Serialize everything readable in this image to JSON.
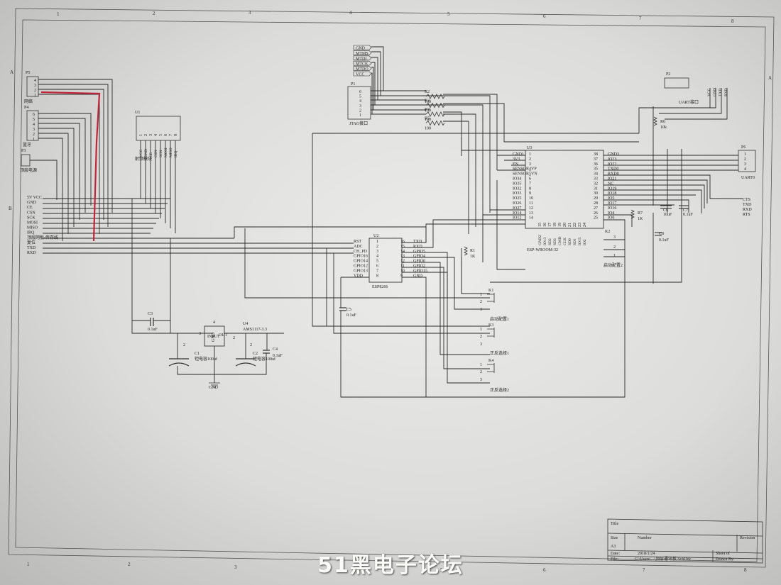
{
  "sheet": {
    "col_markers": [
      "1",
      "2",
      "3",
      "4",
      "5",
      "6",
      "7",
      "8"
    ],
    "row_markers": [
      "A",
      "B"
    ]
  },
  "connectors": {
    "p5": {
      "ref": "P5",
      "label": "网络",
      "pins": [
        "4",
        "3",
        "2",
        "1"
      ]
    },
    "p4": {
      "ref": "P4",
      "label": "蓝牙",
      "pins": [
        "6",
        "5",
        "4",
        "3",
        "2",
        "1"
      ]
    },
    "p3": {
      "ref": "P3",
      "label": "顶层电源"
    },
    "p1": {
      "ref": "P1",
      "label": "JTAG接口",
      "pins": [
        "6",
        "5",
        "4",
        "3",
        "2",
        "1"
      ]
    },
    "p2": {
      "ref": "P2",
      "label": "UART接口"
    },
    "p6": {
      "ref": "P6",
      "label": "UART0",
      "pins": [
        "1",
        "2",
        "3",
        "4"
      ]
    },
    "u1": {
      "ref": "U1",
      "label": "射频模块",
      "pins": [
        "VCC",
        "GND",
        "CE",
        "CSN",
        "SCK",
        "MOSI",
        "MISO",
        "IRQ"
      ],
      "nums": [
        "1",
        "2",
        "3",
        "4",
        "5",
        "6",
        "7",
        "8"
      ]
    }
  },
  "jtag_nets": [
    "GND",
    "MTMS",
    "MTDI",
    "MTCK",
    "MTDO",
    "VCC"
  ],
  "left_nets": [
    "5V VCC",
    "GND",
    "CE",
    "CSN",
    "SCK",
    "MOSI",
    "MISO",
    "IRQ",
    "顶层网板-传存线",
    "复位",
    "TXD",
    "RXD"
  ],
  "resistors": [
    {
      "ref": "R2",
      "value": "100"
    },
    {
      "ref": "R3",
      "value": "100"
    },
    {
      "ref": "R4",
      "value": "100"
    },
    {
      "ref": "R5",
      "value": "100"
    }
  ],
  "r6": {
    "ref": "R6",
    "value": "10k"
  },
  "r7": {
    "ref": "R7",
    "value": "1K"
  },
  "r1": {
    "ref": "R1",
    "value": "1K"
  },
  "u3": {
    "ref": "U3",
    "name": "ESP-WROOM-32",
    "left": [
      [
        "GND1",
        "1"
      ],
      [
        "3V3",
        "2"
      ],
      [
        "EN",
        "3"
      ],
      [
        "SENSOR_VP",
        "4"
      ],
      [
        "SENSOR_VN",
        "5"
      ],
      [
        "IO34",
        "6"
      ],
      [
        "IO35",
        "7"
      ],
      [
        "IO32",
        "8"
      ],
      [
        "IO33",
        "9"
      ],
      [
        "IO25",
        "10"
      ],
      [
        "IO26",
        "11"
      ],
      [
        "IO27",
        "12"
      ],
      [
        "IO14",
        "13"
      ],
      [
        "IO12",
        "14"
      ]
    ],
    "right": [
      [
        "GND3",
        "38"
      ],
      [
        "IO23",
        "37"
      ],
      [
        "IO22",
        "36"
      ],
      [
        "TXD0",
        "35"
      ],
      [
        "RXD0",
        "34"
      ],
      [
        "IO21",
        "33"
      ],
      [
        "NC",
        "32"
      ],
      [
        "IO19",
        "31"
      ],
      [
        "IO18",
        "30"
      ],
      [
        "IO5",
        "29"
      ],
      [
        "IO17",
        "28"
      ],
      [
        "IO16",
        "27"
      ],
      [
        "IO4",
        "26"
      ],
      [
        "IO0",
        "25"
      ]
    ],
    "bottom_nums": [
      "15",
      "16",
      "17",
      "18",
      "19",
      "20",
      "21",
      "22",
      "23",
      "24"
    ],
    "bottom_names": [
      "GND2",
      "IO13",
      "SD2",
      "SD3",
      "CMD",
      "CLK",
      "SD0",
      "SD1",
      "IO15",
      "IO2"
    ]
  },
  "u2": {
    "ref": "U2",
    "name": "ESP8266",
    "left": [
      [
        "RST",
        "1"
      ],
      [
        "ADC",
        "2"
      ],
      [
        "CH_PD",
        "3"
      ],
      [
        "GPIO16",
        "4"
      ],
      [
        "GPIO14",
        "5"
      ],
      [
        "GPIO12",
        "6"
      ],
      [
        "GPIO13",
        "7"
      ],
      [
        "VDD",
        "8"
      ]
    ],
    "right": [
      [
        "TXD",
        "16"
      ],
      [
        "RXD",
        "15"
      ],
      [
        "GPIO5",
        "14"
      ],
      [
        "GPIO4",
        "13"
      ],
      [
        "GPIO0",
        "12"
      ],
      [
        "GPIO2",
        "11"
      ],
      [
        "GPIO15",
        "10"
      ],
      [
        "GND",
        "9"
      ]
    ]
  },
  "u4": {
    "ref": "U4",
    "part": "AMS1117-3.3",
    "pins": [
      "3",
      "4",
      "1",
      "2"
    ],
    "in": "INPUT",
    "gnd": "GND",
    "out": "OUT"
  },
  "caps": {
    "c3": {
      "ref": "C3",
      "value": "0.1uF"
    },
    "c1": {
      "ref": "C1",
      "value": "钽电容100uf"
    },
    "c2": {
      "ref": "C2",
      "value": "钽电容100uf"
    },
    "c4": {
      "ref": "C4",
      "value": "0.1uF"
    },
    "c5": {
      "ref": "C5",
      "value": "0.1uF"
    },
    "c6": {
      "ref": "C6",
      "value": "10uF"
    },
    "c7": {
      "ref": "C7",
      "value": "0.1uF"
    },
    "c8": {
      "ref": "C8",
      "value": "0.1uF"
    }
  },
  "ground_label": "GND",
  "switches": {
    "k1": {
      "ref": "K1",
      "label": "启动配置1"
    },
    "k3": {
      "ref": "K3",
      "label": "正反选择1"
    },
    "k4": {
      "ref": "K4",
      "label": "正反选择2"
    },
    "k2": {
      "ref": "K2",
      "label": "启动配置2"
    },
    "pins": [
      "1",
      "2",
      "3"
    ]
  },
  "p2_nets": [
    "VCC",
    "GND",
    "TXD",
    "RXD"
  ],
  "p6_nets": [
    "CTS",
    "TXD",
    "RXD",
    "RTS"
  ],
  "title_block": {
    "title": "Title",
    "size": "Size",
    "size_val": "A3",
    "number": "Number",
    "revision": "Revision",
    "date": "Date:",
    "date_val": "2018/1/24",
    "sheet": "Sheet    of",
    "file": "File:",
    "file_val": "C:\\Users\\...\\顶层通讯板.SchDoc",
    "drawn": "Drawn By:"
  },
  "watermark": "51黑电子论坛"
}
